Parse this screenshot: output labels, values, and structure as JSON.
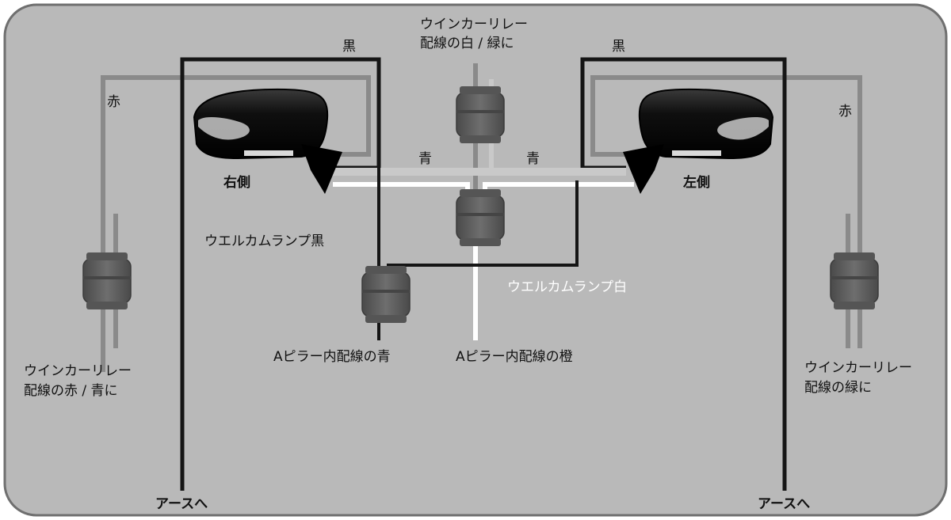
{
  "diagram": {
    "labels": {
      "relay_top_line1": "ウインカーリレー",
      "relay_top_line2": "配線の白 / 緑に",
      "black_left": "黒",
      "black_right": "黒",
      "red_left": "赤",
      "red_right": "赤",
      "blue_left": "青",
      "blue_right": "青",
      "right_side": "右側",
      "left_side": "左側",
      "welcome_black": "ウエルカムランプ黒",
      "welcome_white": "ウエルカムランプ白",
      "pillar_blue": "Aピラー内配線の青",
      "pillar_orange": "Aピラー内配線の橙",
      "relay_left_line1": "ウインカーリレー",
      "relay_left_line2": "配線の赤 / 青に",
      "relay_right_line1": "ウインカーリレー",
      "relay_right_line2": "配線の緑に",
      "ground_left": "アースへ",
      "ground_right": "アースへ"
    },
    "colors": {
      "background": "#b9b9b9",
      "frame": "#6f6f6f",
      "wire_black": "#151515",
      "wire_gray": "#8a8a8a",
      "wire_light": "#c9c9c9",
      "wire_white": "#ffffff",
      "connector": "#5e5e5e",
      "mirror": "#1d1d1d"
    }
  }
}
